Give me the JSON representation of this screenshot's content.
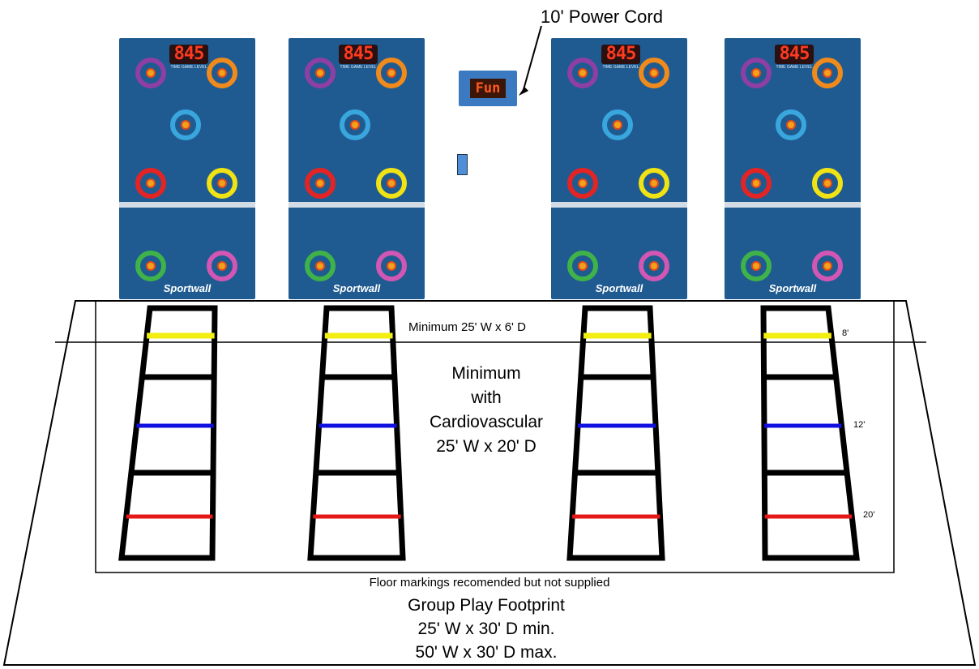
{
  "power_cord_label": "10' Power Cord",
  "controller": {
    "display_text": "Fun"
  },
  "panel": {
    "display_digits": "845",
    "display_label": "TIME GAME LEVEL",
    "brand": "Sportwall",
    "target_colors": {
      "purple": "#8e3fa3",
      "orange": "#f08a1c",
      "cyan": "#3aa6de",
      "red": "#e32424",
      "yellow": "#f0e214",
      "green": "#3fb24a",
      "magenta": "#d256b4"
    }
  },
  "inner_zone_label": "Minimum 25' W x 6' D",
  "cardio_zone": {
    "line1": "Minimum",
    "line2": "with",
    "line3": "Cardiovascular",
    "line4": "25' W x 20' D"
  },
  "distance_markers": {
    "near": "8'",
    "mid": "12'",
    "far": "20'"
  },
  "floor_note": "Floor markings recomended but not supplied",
  "footprint": {
    "title": "Group Play Footprint",
    "min": "25' W x 30' D min.",
    "max": "50' W x 30' D max."
  },
  "line_colors": {
    "near": "#f2ee10",
    "mid": "#1010e0",
    "far": "#e61717"
  }
}
